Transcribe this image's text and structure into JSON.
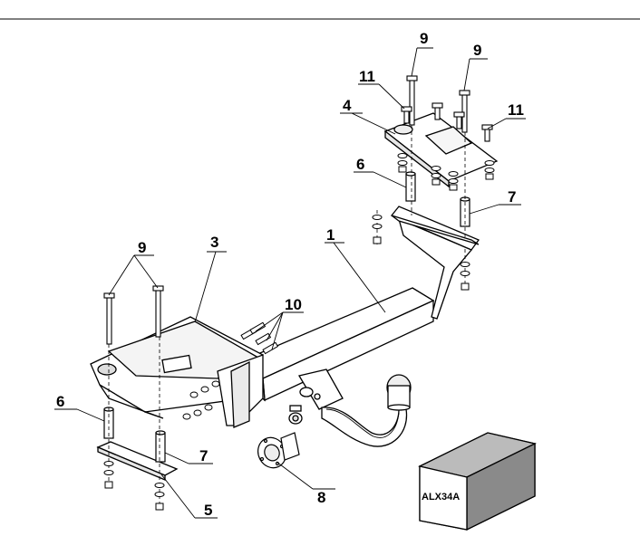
{
  "diagram": {
    "callouts": {
      "c1": "1",
      "c3": "3",
      "c4": "4",
      "c5": "5",
      "c6_left": "6",
      "c6_right": "6",
      "c7_left": "7",
      "c7_right": "7",
      "c8": "8",
      "c9_left": "9",
      "c9_top_a": "9",
      "c9_top_b": "9",
      "c10": "10",
      "c11_a": "11",
      "c11_b": "11"
    },
    "kit_box_label": "ALX34A"
  }
}
